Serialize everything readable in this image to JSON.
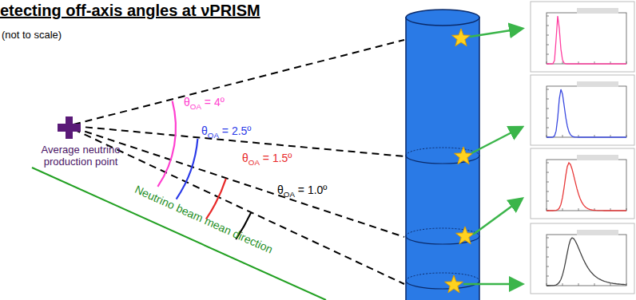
{
  "diagram": {
    "title": "etecting off-axis angles at νPRISM",
    "labels": [
      "(not to scale)",
      "Average neutrino production point",
      "θOA = 4º",
      "θOA = 2.5º",
      "θOA = 1.5º",
      "θOA = 1.0º",
      "Neutrino beam mean direction"
    ]
  }
}
